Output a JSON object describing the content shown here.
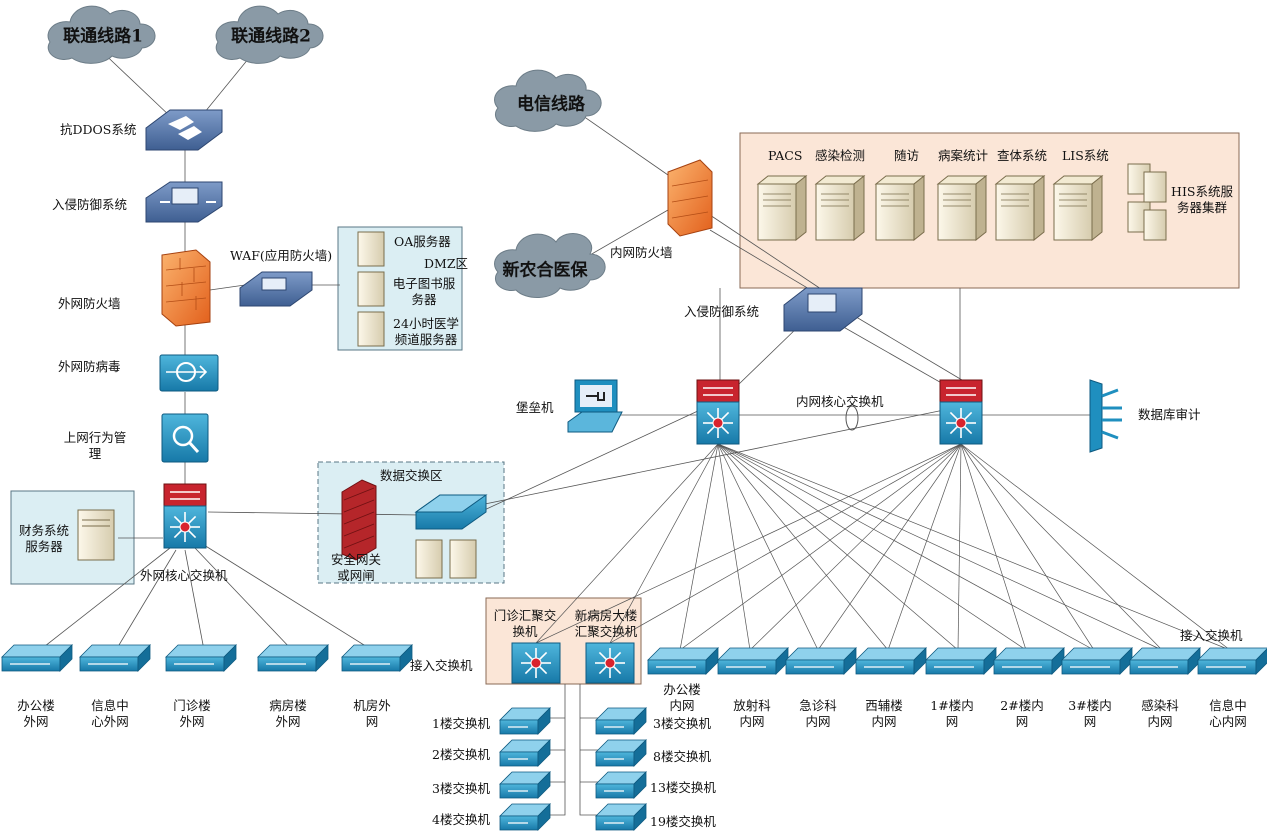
{
  "clouds": {
    "unicom1": "联通线路1",
    "unicom2": "联通线路2",
    "telecom": "电信线路",
    "ncms": "新农合医保"
  },
  "left": {
    "anti_ddos": "抗DDOS系统",
    "ips": "入侵防御系统",
    "waf": "WAF(应用防火墙)",
    "outer_fw": "外网防火墙",
    "antivirus": "外网防病毒",
    "behavior": "上网行为管\n理",
    "finance": "财务系统\n服务器",
    "outer_core": "外网核心交换机",
    "dmz": {
      "oa": "OA服务器",
      "zone": "DMZ区",
      "library": "电子图书服\n务器",
      "channel": "24小时医学\n频道服务器"
    }
  },
  "exchange": {
    "zone": "数据交换区",
    "gateway": "安全网关\n或网闸"
  },
  "access_left": {
    "label": "接入交换机",
    "items": [
      "办公楼\n外网",
      "信息中\n心外网",
      "门诊楼\n外网",
      "病房楼\n外网",
      "机房外\n网"
    ]
  },
  "inner": {
    "inner_fw": "内网防火墙",
    "ips": "入侵防御系统",
    "bastion": "堡垒机",
    "core": "内网核心交换机",
    "db_audit": "数据库审计",
    "servers": [
      "PACS",
      "感染检测",
      "随访",
      "病案统计",
      "查体系统",
      "LIS系统"
    ],
    "his": "HIS系统服\n务器集群"
  },
  "aggregation": {
    "clinic": "门诊汇聚交\n换机",
    "ward": "新病房大楼\n汇聚交换机",
    "clinic_floors": [
      "1楼交换机",
      "2楼交换机",
      "3楼交换机",
      "4楼交换机"
    ],
    "ward_floors": [
      "3楼交换机",
      "8楼交换机",
      "13楼交换机",
      "19楼交换机"
    ]
  },
  "access_right": {
    "label": "接入交换机",
    "items": [
      "办公楼\n内网",
      "放射科\n内网",
      "急诊科\n内网",
      "西辅楼\n内网",
      "1#楼内\n网",
      "2#楼内\n网",
      "3#楼内\n网",
      "感染科\n内网",
      "信息中\n心内网"
    ]
  },
  "colors": {
    "cloud": "#8a9aa6",
    "device_blue": "#1f8fbf",
    "device_slate": "#4d6fa6",
    "firewall": "#f07a2a",
    "gateway": "#b5262a",
    "dmz_bg": "#dbeef3",
    "server_panel_bg": "#fbe6d7"
  }
}
